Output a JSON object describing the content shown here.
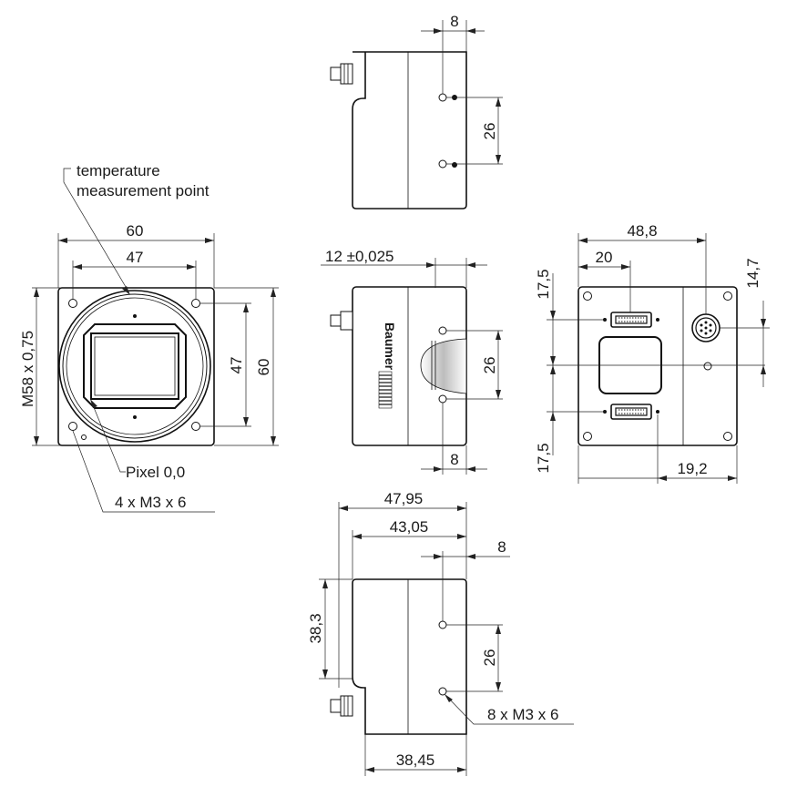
{
  "labels": {
    "temperature": "temperature",
    "measurement_point": "measurement point",
    "pixel_origin": "Pixel 0,0",
    "front_holes": "4 x M3 x 6",
    "bottom_holes": "8 x M3 x 6",
    "thread": "M58 x 0,75",
    "brand": "Baumer"
  },
  "dimensions": {
    "top_8": "8",
    "top_26": "26",
    "front_60_w": "60",
    "front_47_w": "47",
    "front_47_h": "47",
    "front_60_h": "60",
    "side_12": "12 ±0,025",
    "side_26": "26",
    "side_8": "8",
    "rear_48_8": "48,8",
    "rear_20": "20",
    "rear_17_5_top": "17,5",
    "rear_14_7": "14,7",
    "rear_17_5_bottom": "17,5",
    "rear_19_2": "19,2",
    "bottom_47_95": "47,95",
    "bottom_43_05": "43,05",
    "bottom_8": "8",
    "bottom_38_3": "38,3",
    "bottom_26": "26",
    "bottom_38_45": "38,45"
  },
  "colors": {
    "line": "#111111",
    "background": "#ffffff"
  }
}
